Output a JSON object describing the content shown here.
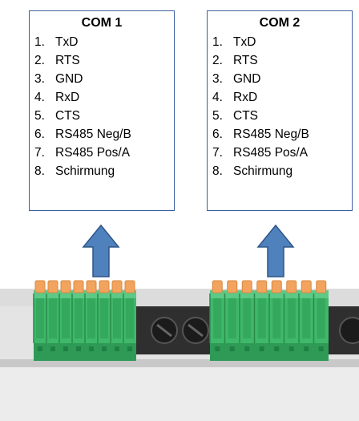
{
  "boxes": [
    {
      "title": "COM 1",
      "pins": [
        {
          "num": "1.",
          "label": "TxD"
        },
        {
          "num": "2.",
          "label": "RTS"
        },
        {
          "num": "3.",
          "label": "GND"
        },
        {
          "num": "4.",
          "label": "RxD"
        },
        {
          "num": "5.",
          "label": "CTS"
        },
        {
          "num": "6.",
          "label": "RS485 Neg/B"
        },
        {
          "num": "7.",
          "label": "RS485 Pos/A"
        },
        {
          "num": "8.",
          "label": "Schirmung"
        }
      ]
    },
    {
      "title": "COM 2",
      "pins": [
        {
          "num": "1.",
          "label": "TxD"
        },
        {
          "num": "2.",
          "label": "RTS"
        },
        {
          "num": "3.",
          "label": "GND"
        },
        {
          "num": "4.",
          "label": "RxD"
        },
        {
          "num": "5.",
          "label": "CTS"
        },
        {
          "num": "6.",
          "label": "RS485 Neg/B"
        },
        {
          "num": "7.",
          "label": "RS485 Pos/A"
        },
        {
          "num": "8.",
          "label": "Schirmung"
        }
      ]
    }
  ],
  "colors": {
    "box_border": "#3b5fa0",
    "arrow_fill": "#4f81bd",
    "arrow_stroke": "#2f5587",
    "connector_green": "#3fb86a",
    "connector_dark": "#1f7f45",
    "pin_orange": "#f2a35e",
    "device_housing": "#e6e6e6"
  }
}
